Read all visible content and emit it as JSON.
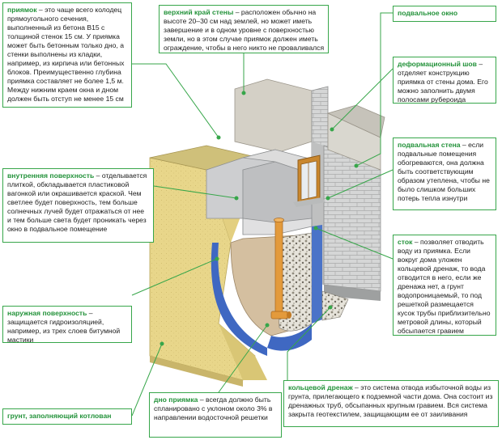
{
  "annotations": {
    "priyamok": {
      "term": "приямок",
      "text": " – это чаще всего колодец прямоугольного сечения, выполненный из бетона B15 с толщиной стенок 15 см. У приямка может быть бетонным только дно, а стенки выполнены из кладки, например, из кирпича или бетонных блоков. Преимущественно глубина приямка составляет не более 1,5 м. Между нижним краем окна и дном должен быть отступ не менее 15 см"
    },
    "verkhniy_kray": {
      "term": "верхний край стены",
      "text": " – расположен обычно на высоте 20–30 см над землей, но может иметь завершение и в одном уровне с поверхностью земли, но в этом случае приямок должен иметь ограждение, чтобы в него никто не проваливался"
    },
    "podvalnoe_okno": {
      "term": "подвальное окно",
      "text": ""
    },
    "deformatsionny_shov": {
      "term": "деформационный шов",
      "text": " – отделяет конструкцию приямка от стены дома. Его можно заполнить двумя полосами рубероида"
    },
    "vnutrennyaya": {
      "term": "внутренняя поверхность",
      "text": " – отделывается плиткой, обкладывается пластиковой вагонкой или окрашивается краской. Чем светлее будет поверхность, тем больше солнечных лучей будет отражаться от нее и тем больше света будет проникать через окно в подвальное помещение"
    },
    "podvalnaya_stena": {
      "term": "подвальная стена",
      "text": " – если подвальные помещения обогреваются, она должна быть соответствующим образом утеплена, чтобы не было слишком больших потерь тепла изнутри"
    },
    "stok": {
      "term": "сток",
      "text": " – позволяет отводить воду из приямка. Если вокруг дома уложен кольцевой дренаж, то вода отводится в него, если же дренажа нет, а грунт водопроницаемый, то под решеткой размещается кусок трубы приблизительно метровой длины, который обсыпается гравием"
    },
    "naruzhnaya": {
      "term": "наружная поверхность",
      "text": " – защищается гидроизоляцией, например, из трех слоев битумной мастики"
    },
    "dno": {
      "term": "дно приямка",
      "text": " – всегда должно быть спланировано с уклоном около 3% в направлении водосточной решетки"
    },
    "koltsevoy_drenazh": {
      "term": "кольцевой дренаж",
      "text": " – это система отвода избыточной воды из грунта, прилегающего к подземной части дома. Она состоит из дренажных труб, обсыпанных крупным гравием. Вся система закрыта геотекстилем, защищающим ее от заиливания"
    },
    "grunt": {
      "term": "грунт, заполняющий котлован",
      "text": ""
    }
  },
  "colors": {
    "accent_green": "#37a64a",
    "term_green": "#23923a",
    "soil": "#e8d68a",
    "concrete": "#d3d4d4",
    "drainage_pipe": "#e39a3c",
    "waterproofing": "#3f68c2",
    "window_frame": "#c9872e"
  }
}
